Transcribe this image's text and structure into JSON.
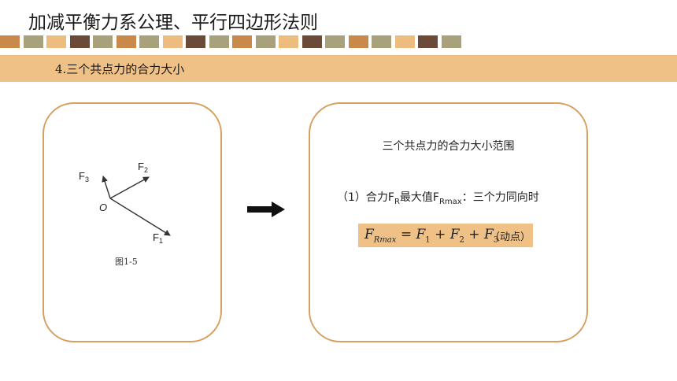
{
  "slide_title": "加减平衡力系公理、平行四边形法则",
  "section_heading": "4.三个共点力的合力大小",
  "decor_colors": [
    "#c8894a",
    "#a9a07c",
    "#edbd7f",
    "#6b4a3a",
    "#a9a07c",
    "#c8894a",
    "#a9a07c",
    "#edbd7f",
    "#6b4a3a",
    "#a9a07c",
    "#c8894a",
    "#a9a07c",
    "#edbd7f",
    "#6b4a3a",
    "#a9a07c",
    "#c8894a",
    "#a9a07c",
    "#edbd7f",
    "#6b4a3a",
    "#a9a07c"
  ],
  "figure": {
    "labels": {
      "f1": "F",
      "f1_sub": "1",
      "f2": "F",
      "f2_sub": "2",
      "f3": "F",
      "f3_sub": "3",
      "origin": "O"
    },
    "caption": "图1-5"
  },
  "arrow_icon": "right-arrow-icon",
  "range_panel": {
    "title": "三个共点力的合力大小范围",
    "max_prefix": "（1）合力F",
    "max_sub1": "R",
    "max_mid": "最大值F",
    "max_sub2": "Rmax",
    "max_suffix": "：三个力同向时",
    "formula": {
      "lhs": "F",
      "lhs_sub": "Rmax",
      "eq": "=",
      "t1": "F",
      "t1_sub": "1",
      "plus1": "+",
      "t2": "F",
      "t2_sub": "2",
      "plus2": "+",
      "t3": "F",
      "t3_sub": "3",
      "note": "（动点）"
    }
  },
  "colors": {
    "accent": "#f0c186",
    "card_border": "#d6a061"
  }
}
